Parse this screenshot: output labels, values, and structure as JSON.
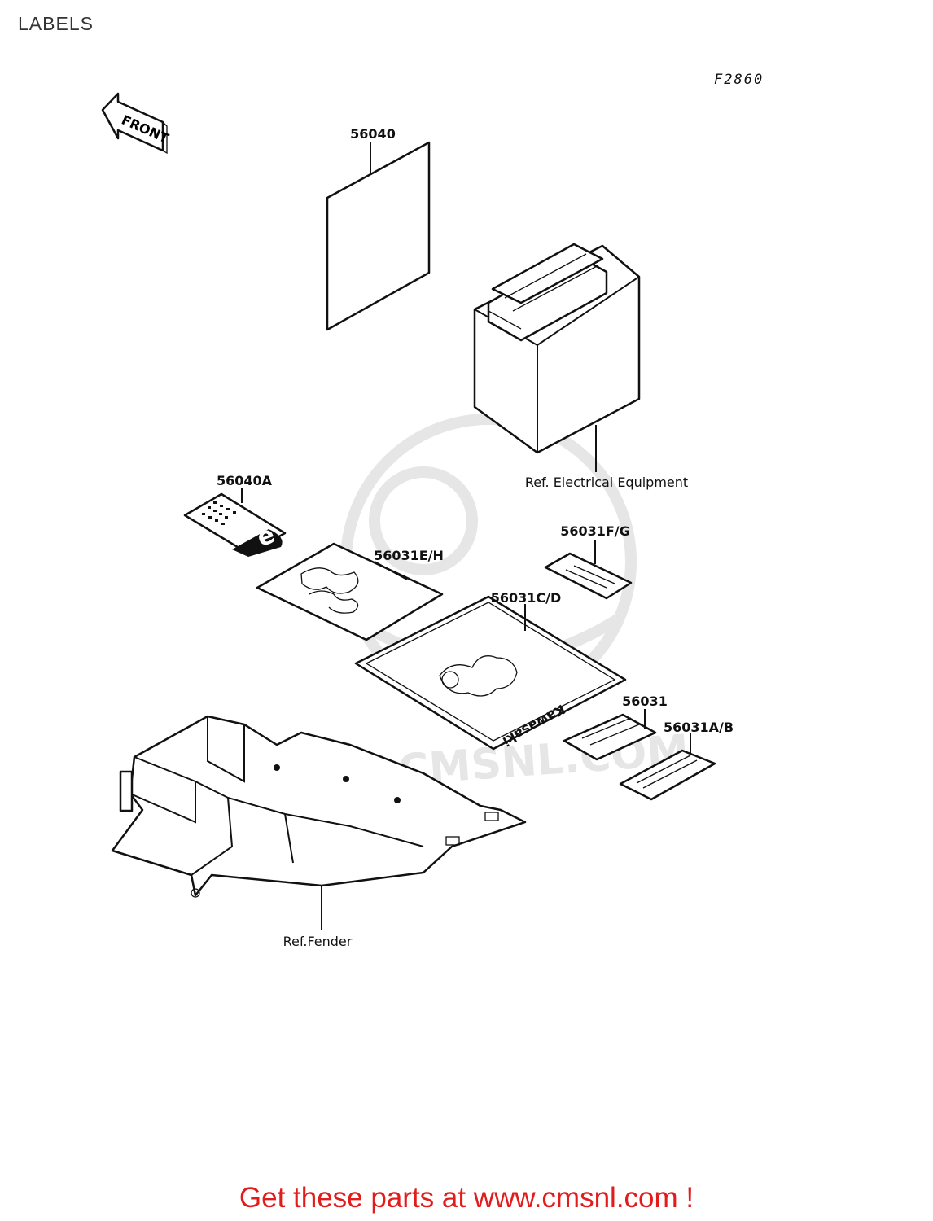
{
  "header": {
    "title": "LABELS",
    "figure_code": "F2860"
  },
  "orientation": {
    "front_label": "FRONT"
  },
  "parts": [
    {
      "id": "p-56040",
      "label": "56040"
    },
    {
      "id": "p-56040a",
      "label": "56040A"
    },
    {
      "id": "p-56031eh",
      "label": "56031E/H"
    },
    {
      "id": "p-56031fg",
      "label": "56031F/G"
    },
    {
      "id": "p-56031cd",
      "label": "56031C/D"
    },
    {
      "id": "p-56031",
      "label": "56031"
    },
    {
      "id": "p-56031ab",
      "label": "56031A/B"
    }
  ],
  "references": {
    "electrical": "Ref. Electrical Equipment",
    "fender": "Ref.Fender"
  },
  "decal_text": "Kawasaki",
  "watermark": "WWW.CMSNL.COM",
  "footer": {
    "promo": "Get these parts at www.cmsnl.com !",
    "promo_color": "#e21b1b"
  }
}
